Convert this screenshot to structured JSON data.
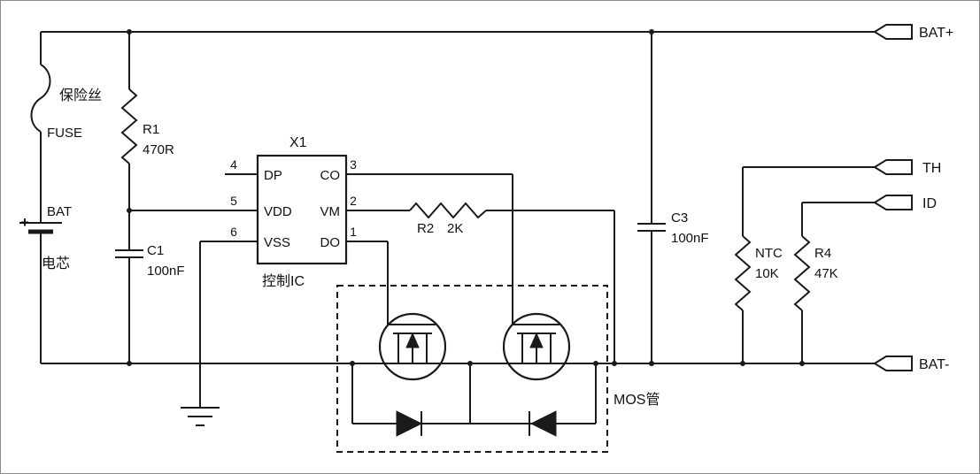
{
  "schematic": {
    "colors": {
      "wire": "#1a1a1a",
      "annotation": "#ff0000"
    },
    "annotations": {
      "fuse_cn": "保险丝",
      "cell_cn": "电芯",
      "control_ic_cn": "控制IC",
      "mos_cn": "MOS管"
    },
    "components": {
      "fuse": {
        "label": "FUSE"
      },
      "battery": {
        "label": "BAT",
        "polarity": "+"
      },
      "r1": {
        "ref": "R1",
        "value": "470R"
      },
      "c1": {
        "ref": "C1",
        "value": "100nF"
      },
      "r2": {
        "ref": "R2",
        "value": "2K"
      },
      "c3": {
        "ref": "C3",
        "value": "100nF"
      },
      "ntc": {
        "ref": "NTC",
        "value": "10K"
      },
      "r4": {
        "ref": "R4",
        "value": "47K"
      },
      "ic": {
        "ref": "X1",
        "pins_left": [
          {
            "num": "4",
            "name": "DP"
          },
          {
            "num": "5",
            "name": "VDD"
          },
          {
            "num": "6",
            "name": "VSS"
          }
        ],
        "pins_right": [
          {
            "num": "3",
            "name": "CO"
          },
          {
            "num": "2",
            "name": "VM"
          },
          {
            "num": "1",
            "name": "DO"
          }
        ]
      }
    },
    "connectors": {
      "bat_plus": "BAT+",
      "th": "TH",
      "id": "ID",
      "bat_minus": "BAT-"
    }
  }
}
